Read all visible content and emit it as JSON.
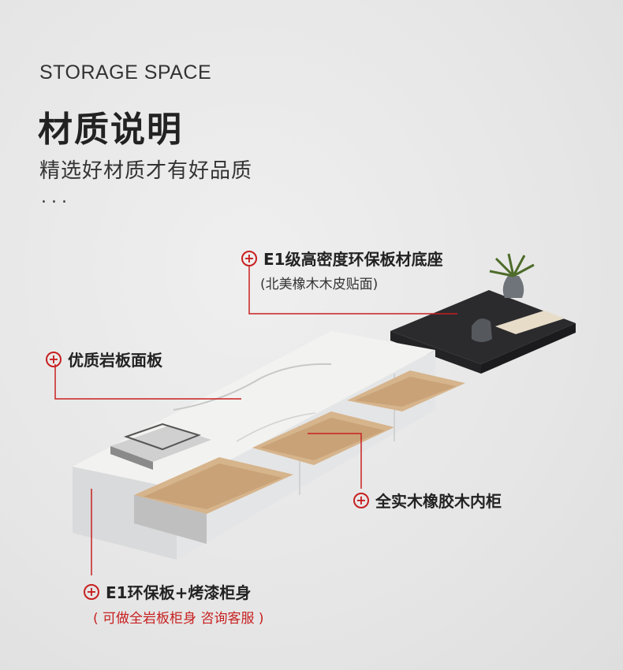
{
  "header": {
    "eyebrow": "STORAGE SPACE",
    "title": "材质说明",
    "subtitle": "精选好材质才有好品质",
    "dots": "..."
  },
  "callouts": {
    "base": {
      "label": "E1级高密度环保板材底座",
      "sub": "(北美橡木木皮贴面)"
    },
    "top": {
      "label": "优质岩板面板"
    },
    "inner": {
      "label": "全实木橡胶木内柜"
    },
    "body": {
      "label": "E1环保板+烤漆柜身",
      "sub": "( 可做全岩板柜身 咨询客服 )"
    }
  },
  "icons": {
    "plus": "+"
  },
  "colors": {
    "accent": "#c82020",
    "line": "#c82020"
  }
}
